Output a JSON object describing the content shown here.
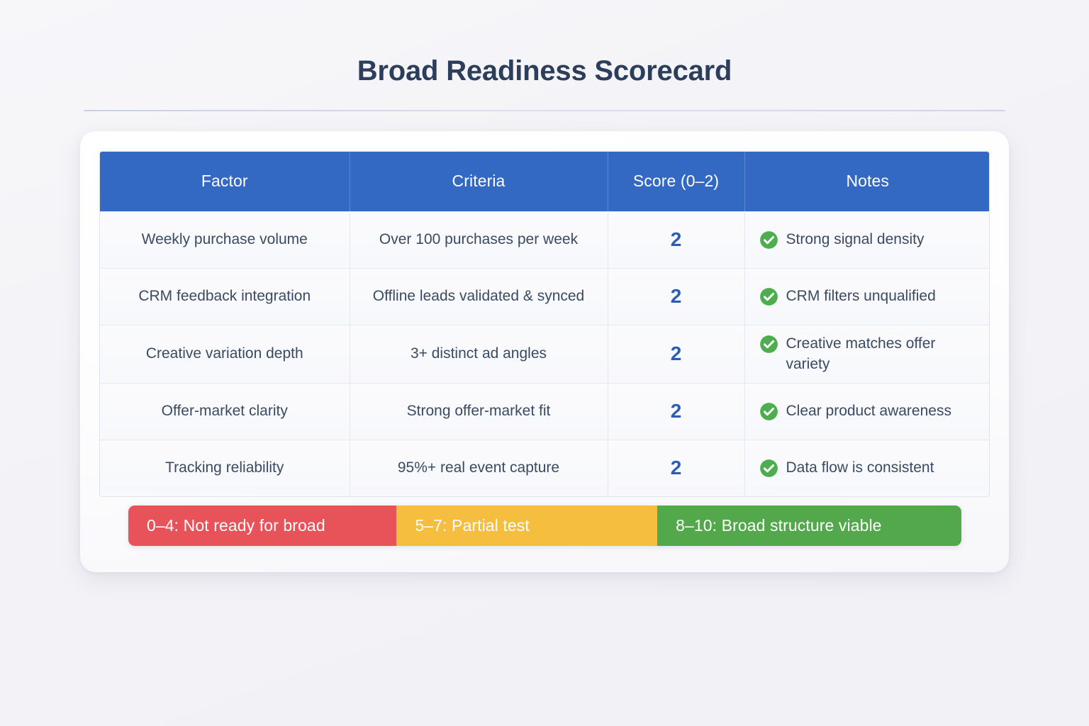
{
  "page": {
    "title": "Broad Readiness Scorecard",
    "background_color": "#f3f3f7",
    "title_color": "#2c3e5c"
  },
  "table": {
    "header_bg": "#3368c3",
    "header_text_color": "#ffffff",
    "score_color": "#2c5cb8",
    "border_color": "#e2e7f2",
    "columns": [
      {
        "key": "factor",
        "label": "Factor"
      },
      {
        "key": "criteria",
        "label": "Criteria"
      },
      {
        "key": "score",
        "label": "Score (0–2)"
      },
      {
        "key": "notes",
        "label": "Notes"
      }
    ],
    "rows": [
      {
        "factor": "Weekly purchase volume",
        "criteria": "Over 100 purchases per week",
        "score": "2",
        "note": "Strong signal density",
        "note_icon": "check-circle-icon"
      },
      {
        "factor": "CRM feedback integration",
        "criteria": "Offline leads validated & synced",
        "score": "2",
        "note": "CRM filters unqualified",
        "note_icon": "check-circle-icon"
      },
      {
        "factor": "Creative variation depth",
        "criteria": "3+ distinct ad angles",
        "score": "2",
        "note": "Creative matches offer variety",
        "note_icon": "check-circle-icon"
      },
      {
        "factor": "Offer-market clarity",
        "criteria": "Strong offer-market fit",
        "score": "2",
        "note": "Clear product awareness",
        "note_icon": "check-circle-icon"
      },
      {
        "factor": "Tracking reliability",
        "criteria": "95%+ real event capture",
        "score": "2",
        "note": "Data flow is consistent",
        "note_icon": "check-circle-icon"
      }
    ]
  },
  "legend": {
    "segments": [
      {
        "label": "0–4: Not ready for broad",
        "color": "#e8535a"
      },
      {
        "label": "5–7:  Partial test",
        "color": "#f6be3e"
      },
      {
        "label": "8–10: Broad structure viable",
        "color": "#52a84b"
      }
    ]
  },
  "icons": {
    "check_circle_fill": "#4cae4f",
    "check_mark": "#ffffff"
  }
}
